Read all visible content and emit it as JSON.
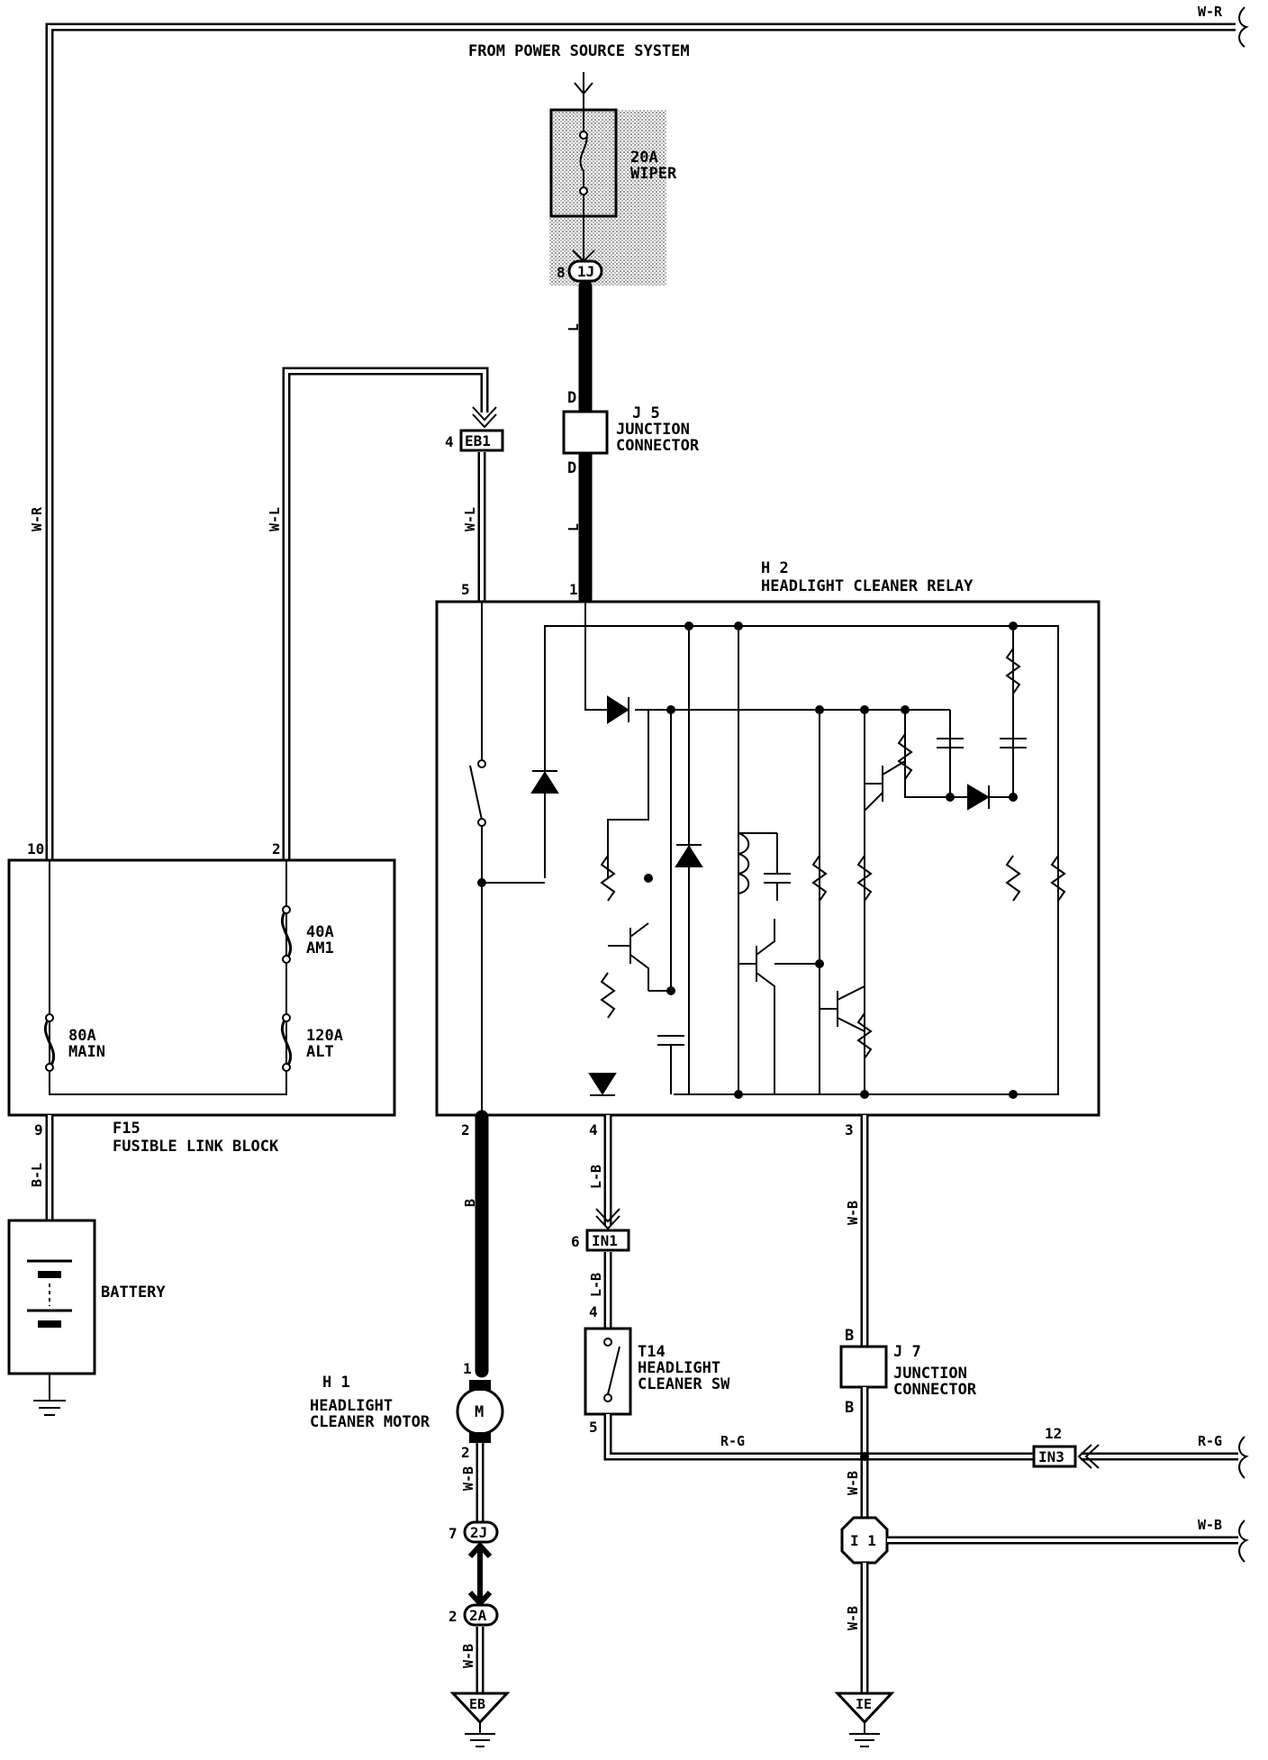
{
  "labels": {
    "power_source": "FROM POWER SOURCE SYSTEM",
    "fuse_amp": "20A",
    "fuse_name": "WIPER",
    "j5_id": "J 5",
    "j5_l1": "JUNCTION",
    "j5_l2": "CONNECTOR",
    "h2_id": "H 2",
    "h2_name": "HEADLIGHT CLEANER RELAY",
    "f15_id": "F15",
    "f15_name": "FUSIBLE LINK BLOCK",
    "fl_40a": "40A",
    "fl_am1": "AM1",
    "fl_80a": "80A",
    "fl_main": "MAIN",
    "fl_120a": "120A",
    "fl_alt": "ALT",
    "battery": "BATTERY",
    "h1_id": "H 1",
    "h1_l1": "HEADLIGHT",
    "h1_l2": "CLEANER MOTOR",
    "motor_symbol": "M",
    "t14_id": "T14",
    "t14_l1": "HEADLIGHT",
    "t14_l2": "CLEANER SW",
    "j7_id": "J 7",
    "j7_l1": "JUNCTION",
    "j7_l2": "CONNECTOR"
  },
  "wires": {
    "w_r": "W-R",
    "l": "L",
    "w_l": "W-L",
    "b_l": "B-L",
    "b": "B",
    "l_b": "L-B",
    "w_b": "W-B",
    "r_g": "R-G",
    "d": "D"
  },
  "connectors": {
    "c1j": "1J",
    "eb1": "EB1",
    "in1": "IN1",
    "in3": "IN3",
    "c2j": "2J",
    "c2a": "2A",
    "i1": "I 1",
    "eb": "EB",
    "ie": "IE"
  },
  "pins": {
    "p8": "8",
    "p4": "4",
    "p5": "5",
    "p1": "1",
    "p10": "10",
    "p2": "2",
    "p9": "9",
    "p3": "3",
    "p6": "6",
    "p12": "12",
    "p7": "7"
  }
}
